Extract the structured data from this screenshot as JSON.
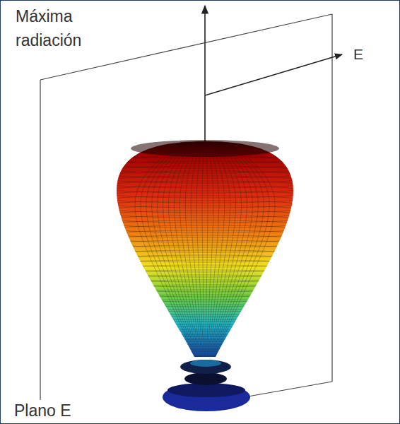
{
  "diagram": {
    "labels": [
      "Máxima radiación",
      "E",
      "Plano E"
    ]
  }
}
